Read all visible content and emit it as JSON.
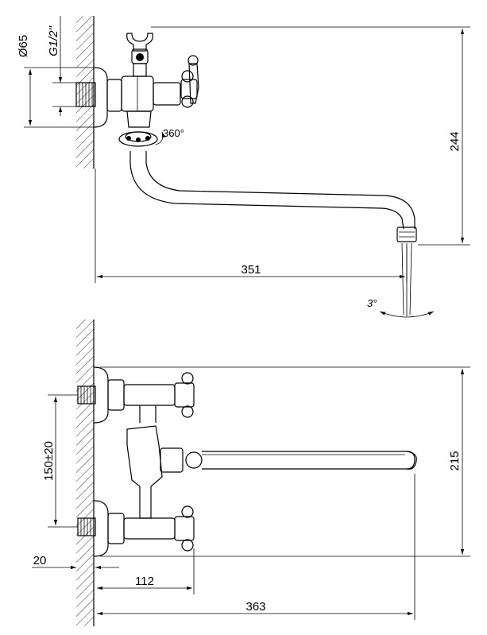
{
  "top_view": {
    "dim_diameter": "Ø65",
    "dim_thread": "G1/2\"",
    "dim_height": "244",
    "dim_length": "351",
    "dim_rotation": "360°",
    "dim_angle": "3°"
  },
  "bottom_view": {
    "dim_spacing": "150±20",
    "dim_height": "215",
    "dim_offset": "20",
    "dim_inner": "112",
    "dim_total": "363"
  }
}
